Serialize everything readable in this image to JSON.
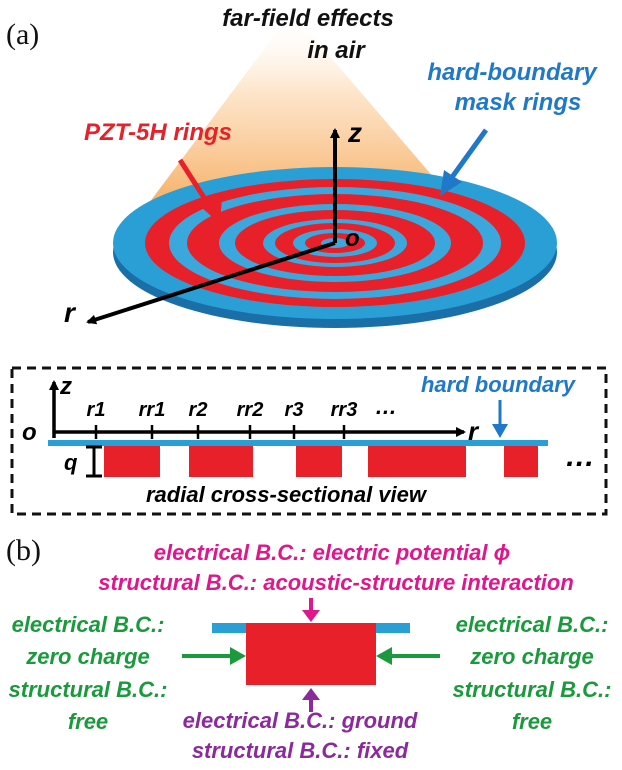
{
  "panel_a": {
    "label": "(a)",
    "far_field_line1": "far-field effects",
    "far_field_line2": "in air",
    "hard_mask_line1": "hard-boundary",
    "hard_mask_line2": "mask rings",
    "pzt_label": "PZT-5H rings",
    "axis_z": "z",
    "axis_o": "o",
    "axis_r": "r"
  },
  "cross_section": {
    "axis_z": "z",
    "axis_o": "o",
    "axis_r": "r",
    "ticks": [
      "r1",
      "rr1",
      "r2",
      "rr2",
      "r3",
      "rr3",
      "…"
    ],
    "hard_boundary": "hard boundary",
    "q_label": "q",
    "more": "…",
    "caption": "radial cross-sectional view"
  },
  "panel_b": {
    "label": "(b)",
    "top_line1": "electrical B.C.: electric potential ϕ",
    "top_line2": "structural B.C.: acoustic-structure interaction",
    "left_line1": "electrical B.C.:",
    "left_line2": "zero charge",
    "left_line3": "structural B.C.:",
    "left_line4": "free",
    "right_line1": "electrical B.C.:",
    "right_line2": "zero charge",
    "right_line3": "structural B.C.:",
    "right_line4": "free",
    "bottom_line1": "electrical B.C.: ground",
    "bottom_line2": "structural B.C.: fixed"
  },
  "colors": {
    "pzt_red": "#e8202a",
    "mask_blue": "#2a9fd6",
    "label_blue": "#1f78c8",
    "magenta": "#e0168c",
    "green": "#1a9a3c",
    "purple": "#8a2a9c"
  }
}
